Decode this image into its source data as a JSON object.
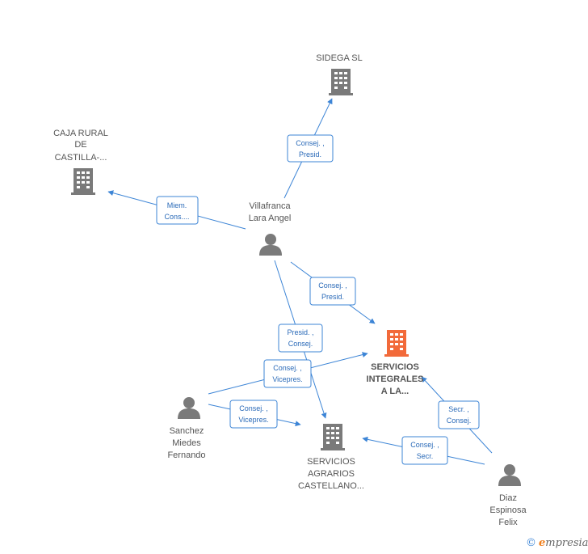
{
  "colors": {
    "edge": "#3d85d6",
    "building": "#7a7a7a",
    "building_main": "#f26a3a",
    "person": "#7a7a7a"
  },
  "nodes": {
    "sidega": {
      "lines": [
        "SIDEGA SL"
      ],
      "icon": "building-icon"
    },
    "caja": {
      "lines": [
        "CAJA RURAL",
        "DE",
        "CASTILLA-..."
      ],
      "icon": "building-icon"
    },
    "villafranca": {
      "lines": [
        "Villafranca",
        "Lara Angel"
      ],
      "icon": "person-icon"
    },
    "servicios_integrales": {
      "lines": [
        "SERVICIOS",
        "INTEGRALES",
        "A LA..."
      ],
      "icon": "building-icon"
    },
    "sanchez": {
      "lines": [
        "Sanchez",
        "Miedes",
        "Fernando"
      ],
      "icon": "person-icon"
    },
    "servicios_agrarios": {
      "lines": [
        "SERVICIOS",
        "AGRARIOS",
        "CASTELLANO..."
      ],
      "icon": "building-icon"
    },
    "diaz": {
      "lines": [
        "Diaz",
        "Espinosa",
        "Felix"
      ],
      "icon": "person-icon"
    }
  },
  "edges": [
    {
      "lines": [
        "Consej. ,",
        "Presid."
      ]
    },
    {
      "lines": [
        "Miem.",
        "Cons...."
      ]
    },
    {
      "lines": [
        "Consej. ,",
        "Presid."
      ]
    },
    {
      "lines": [
        "Presid. ,",
        "Consej."
      ]
    },
    {
      "lines": [
        "Consej. ,",
        "Vicepres."
      ]
    },
    {
      "lines": [
        "Consej. ,",
        "Vicepres."
      ]
    },
    {
      "lines": [
        "Secr. ,",
        "Consej."
      ]
    },
    {
      "lines": [
        "Consej. ,",
        "Secr."
      ]
    }
  ],
  "brand": {
    "copyright": "©",
    "initial": "e",
    "name": "mpresia"
  }
}
